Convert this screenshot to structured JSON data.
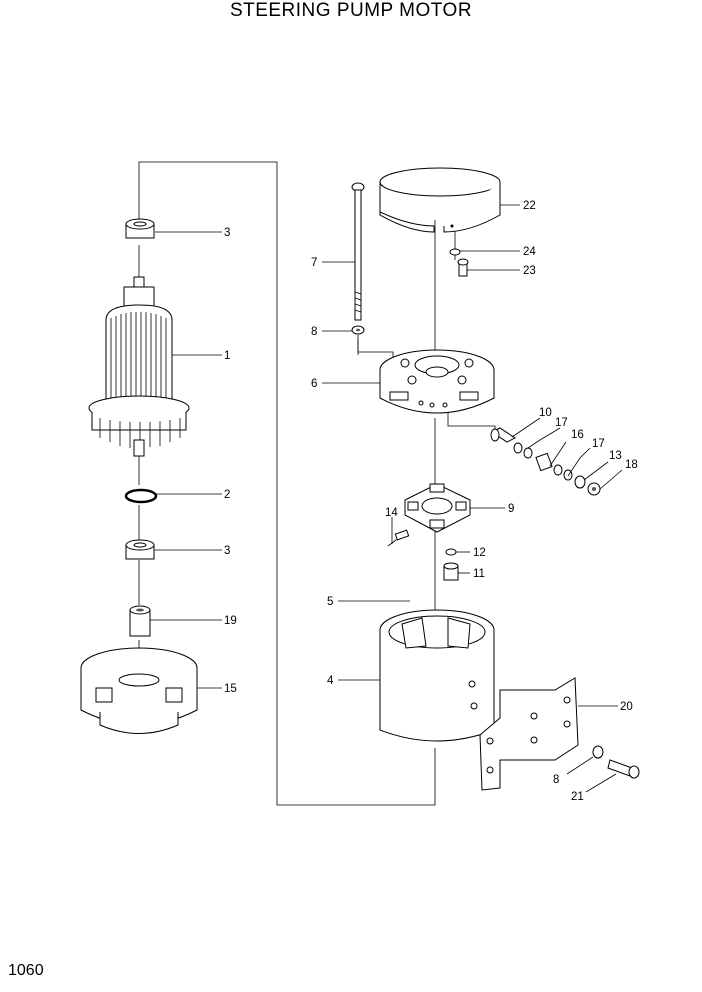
{
  "title": "STEERING PUMP MOTOR",
  "page_number": "1060",
  "callouts": {
    "c1": "1",
    "c2": "2",
    "c3a": "3",
    "c3b": "3",
    "c4": "4",
    "c5": "5",
    "c6": "6",
    "c7": "7",
    "c8a": "8",
    "c8b": "8",
    "c9": "9",
    "c10": "10",
    "c11": "11",
    "c12": "12",
    "c13": "13",
    "c14": "14",
    "c15": "15",
    "c16": "16",
    "c17a": "17",
    "c17b": "17",
    "c18": "18",
    "c19": "19",
    "c20": "20",
    "c21": "21",
    "c22": "22",
    "c23": "23",
    "c24": "24"
  }
}
